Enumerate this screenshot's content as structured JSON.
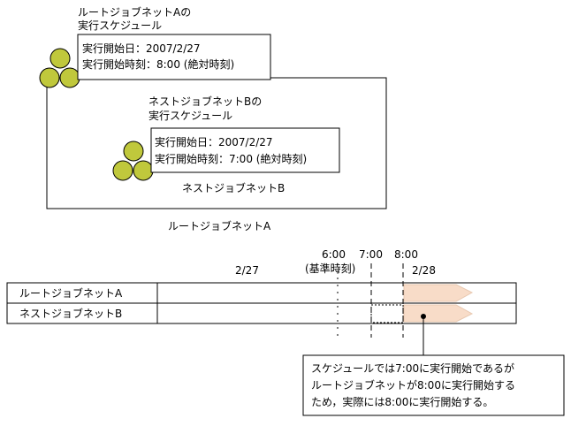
{
  "top_diagram": {
    "root_schedule_label_1": "ルートジョブネットAの",
    "root_schedule_label_2": "実行スケジュール",
    "root_info_1": "実行開始日：2007/2/27",
    "root_info_2": "実行開始時刻：8:00 (絶対時刻)",
    "nested_schedule_label_1": "ネストジョブネットBの",
    "nested_schedule_label_2": "実行スケジュール",
    "nested_info_1": "実行開始日：2007/2/27",
    "nested_info_2": "実行開始時刻：7:00 (絶対時刻)",
    "nested_name": "ネストジョブネットB",
    "root_name": "ルートジョブネットA"
  },
  "timeline": {
    "date_left": "2/27",
    "date_right": "2/28",
    "time_600": "6:00",
    "time_700": "7:00",
    "time_800": "8:00",
    "base_time_note": "(基準時刻)",
    "row_root": "ルートジョブネットA",
    "row_nested": "ネストジョブネットB",
    "bar_color": "#f8dcc8"
  },
  "callout": {
    "line_1": "スケジュールでは7:00に実行開始であるが",
    "line_2": "ルートジョブネットが8:00に実行開始する",
    "line_3": "ため，実際には8:00に実行開始する。"
  }
}
